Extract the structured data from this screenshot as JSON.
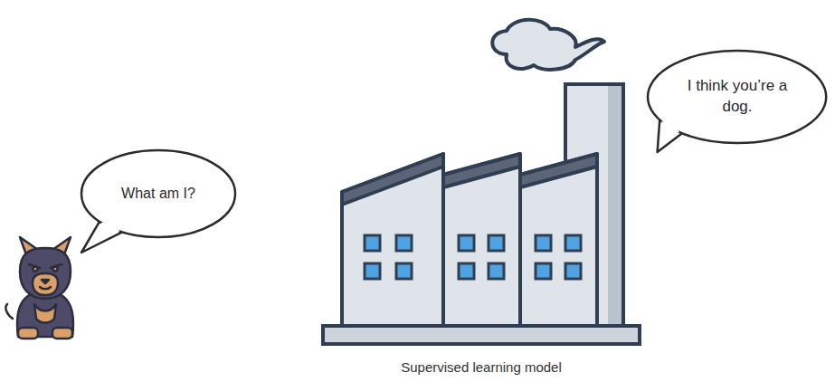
{
  "diagram": {
    "nodes": [
      {
        "text": [
          "What am I?"
        ]
      },
      {
        "text": [
          "I think you’re a dog."
        ]
      }
    ],
    "labels": [
      "Supervised learning model"
    ]
  }
}
